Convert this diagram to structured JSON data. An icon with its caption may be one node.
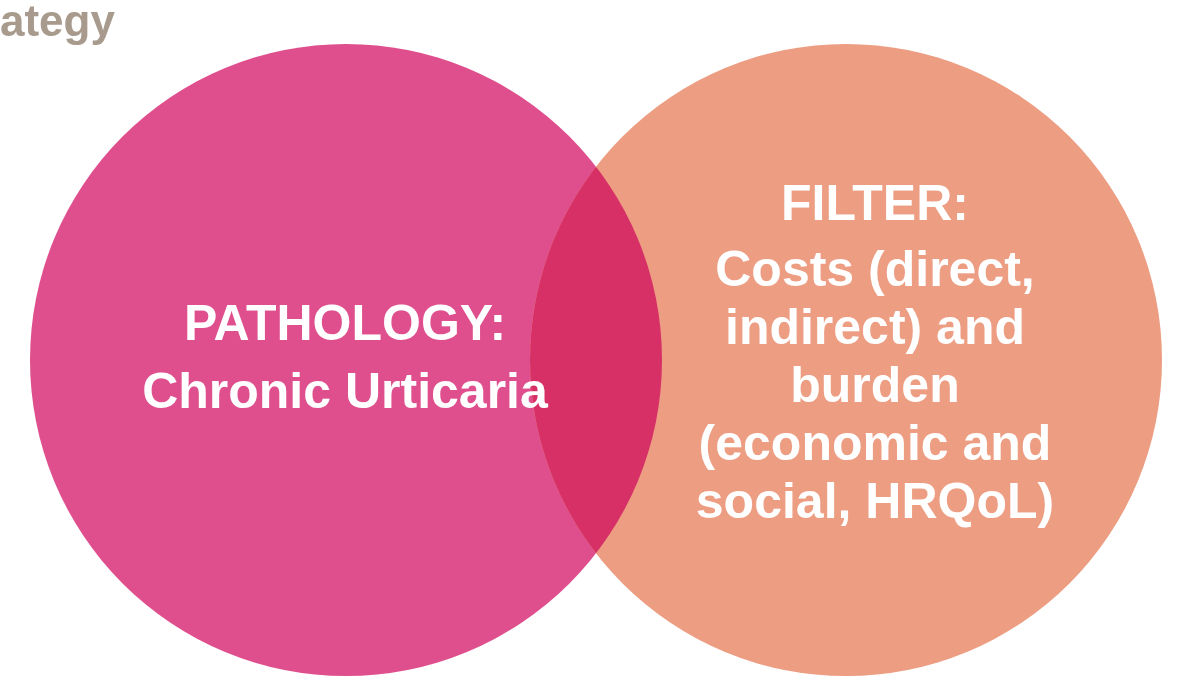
{
  "diagram": {
    "title": "ategy",
    "nodes": [
      {
        "text": [
          "PATHOLOGY:",
          "Chronic Urticaria"
        ]
      },
      {
        "text": [
          "FILTER:",
          "Costs (direct, indirect) and burden (economic and social, HRQoL)"
        ]
      }
    ],
    "edges": []
  }
}
